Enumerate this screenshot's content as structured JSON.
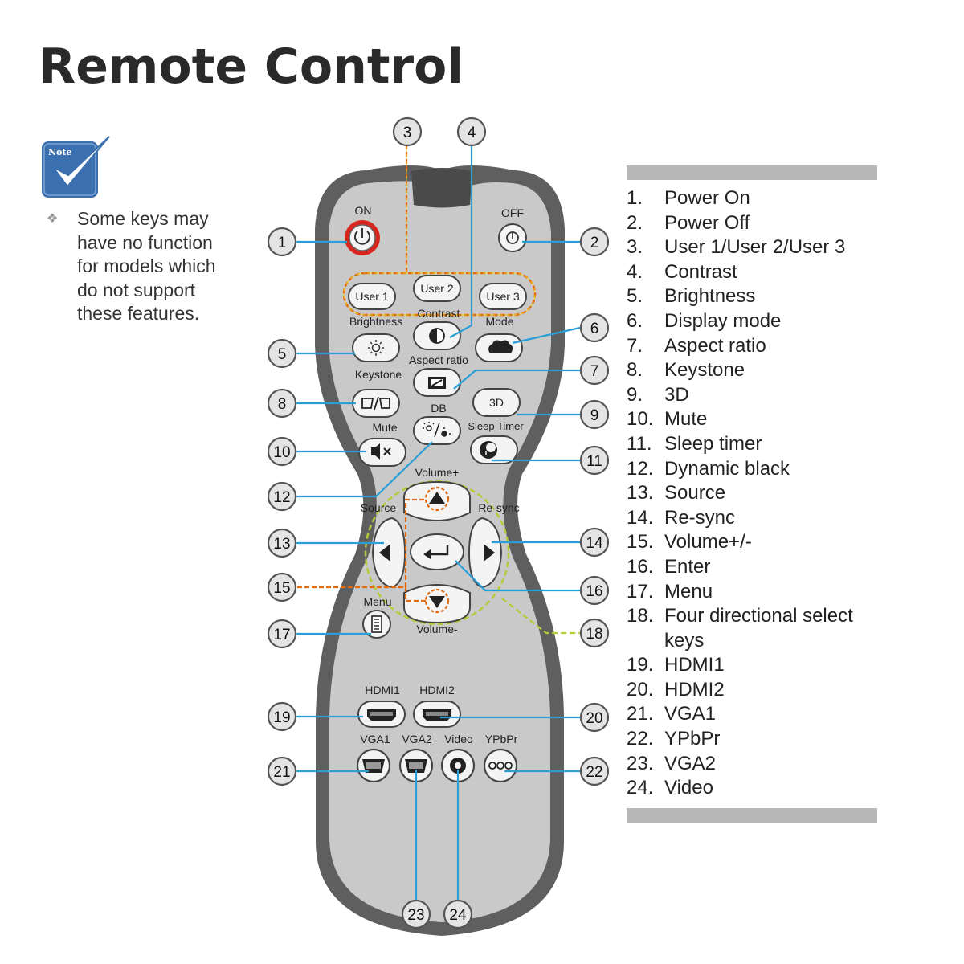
{
  "page": {
    "title": "Remote Control",
    "note": {
      "icon_label": "Note",
      "bullet_icon": "diamond-bullet-icon",
      "text": "Some keys may have no function for models which do not support these features."
    }
  },
  "remote": {
    "labels": {
      "on": "ON",
      "off": "OFF",
      "user1": "User 1",
      "user2": "User 2",
      "user3": "User 3",
      "contrast": "Contrast",
      "brightness": "Brightness",
      "mode": "Mode",
      "aspect_ratio": "Aspect  ratio",
      "keystone": "Keystone",
      "three_d": "3D",
      "db": "DB",
      "sleep_timer": "Sleep Timer",
      "mute": "Mute",
      "volume_plus": "Volume+",
      "source": "Source",
      "resync": "Re-sync",
      "menu": "Menu",
      "volume_minus": "Volume-",
      "hdmi1": "HDMI1",
      "hdmi2": "HDMI2",
      "vga1": "VGA1",
      "vga2": "VGA2",
      "video": "Video",
      "ypbpr": "YPbPr"
    },
    "icons": {
      "power": "power-icon",
      "contrast": "contrast-icon",
      "brightness": "sun-icon",
      "mode": "cloud-icon",
      "aspect": "aspect-ratio-icon",
      "keystone": "keystone-icon",
      "db": "dynamic-black-icon",
      "mute": "speaker-mute-icon",
      "sleep": "moon-clock-icon",
      "enter": "enter-arrow-icon",
      "menu": "menu-icon",
      "hdmi": "hdmi-port-icon",
      "vga": "vga-port-icon",
      "video": "rca-jack-icon",
      "ypbpr": "component-icon"
    },
    "callouts": [
      "1",
      "2",
      "3",
      "4",
      "5",
      "6",
      "7",
      "8",
      "9",
      "10",
      "11",
      "12",
      "13",
      "14",
      "15",
      "16",
      "17",
      "18",
      "19",
      "20",
      "21",
      "22",
      "23",
      "24"
    ]
  },
  "key_list": [
    {
      "num": "1.",
      "label": "Power On"
    },
    {
      "num": "2.",
      "label": "Power Off"
    },
    {
      "num": "3.",
      "label": "User 1/User 2/User 3"
    },
    {
      "num": "4.",
      "label": "Contrast"
    },
    {
      "num": "5.",
      "label": "Brightness"
    },
    {
      "num": "6.",
      "label": "Display mode"
    },
    {
      "num": "7.",
      "label": "Aspect ratio"
    },
    {
      "num": "8.",
      "label": "Keystone"
    },
    {
      "num": "9.",
      "label": "3D"
    },
    {
      "num": "10.",
      "label": "Mute"
    },
    {
      "num": "11.",
      "label": "Sleep timer"
    },
    {
      "num": "12.",
      "label": "Dynamic black"
    },
    {
      "num": "13.",
      "label": "Source"
    },
    {
      "num": "14.",
      "label": "Re-sync"
    },
    {
      "num": "15.",
      "label": "Volume+/-"
    },
    {
      "num": "16.",
      "label": "Enter"
    },
    {
      "num": "17.",
      "label": "Menu"
    },
    {
      "num": "18.",
      "label": "Four directional select keys"
    },
    {
      "num": "19.",
      "label": "HDMI1"
    },
    {
      "num": "20.",
      "label": "HDMI2"
    },
    {
      "num": "21.",
      "label": "VGA1"
    },
    {
      "num": "22.",
      "label": "YPbPr"
    },
    {
      "num": "23.",
      "label": "VGA2"
    },
    {
      "num": "24.",
      "label": "Video"
    }
  ],
  "colors": {
    "remote_body": "#c9c9c9",
    "remote_border": "#5f5f5f",
    "callout_line": "#2a9fd6",
    "callout_dashed": "#e06a10",
    "select_dashed": "#b8c93a",
    "power_red": "#d8261e",
    "note_blue": "#3a6fb0"
  }
}
